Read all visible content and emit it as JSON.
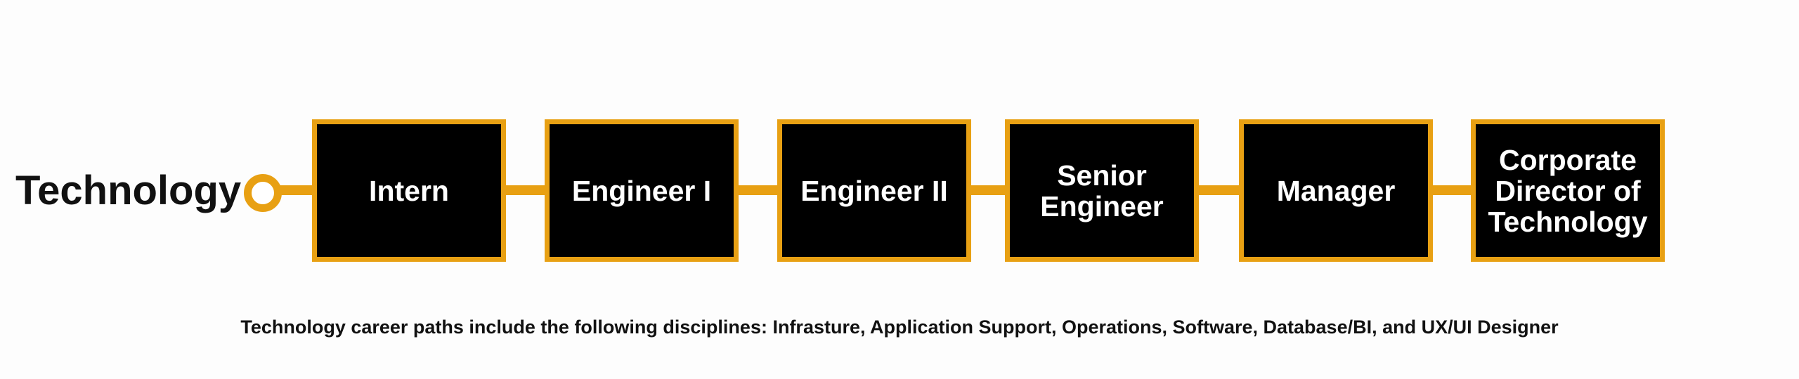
{
  "track": {
    "title": "Technology"
  },
  "roles": [
    {
      "label": "Intern"
    },
    {
      "label": "Engineer I"
    },
    {
      "label": "Engineer II"
    },
    {
      "label": "Senior Engineer"
    },
    {
      "label": "Manager"
    },
    {
      "label": "Corporate Director of Technology"
    }
  ],
  "footnote": "Technology career paths include the following disciplines: Infrasture, Application Support, Operations, Software, Database/BI, and UX/UI Designer",
  "colors": {
    "accent": "#e8a013",
    "box_fill": "#000000",
    "box_text": "#ffffff",
    "text": "#111111"
  }
}
